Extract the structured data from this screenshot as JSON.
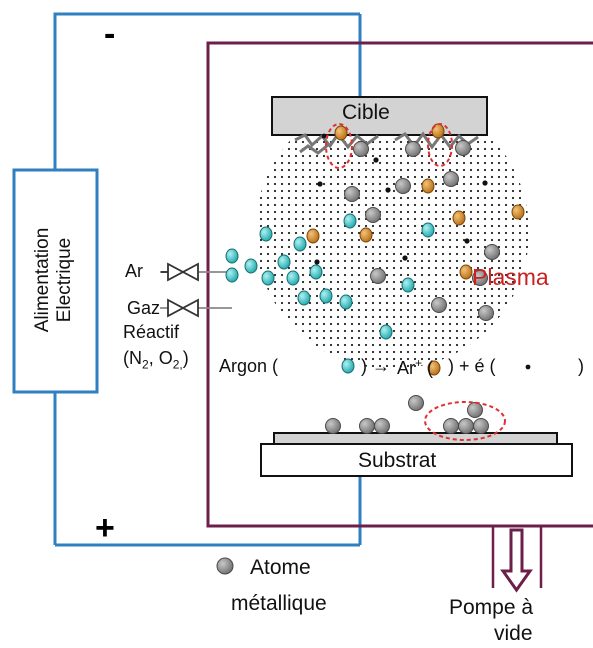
{
  "power_supply": {
    "line1": "Alimentation",
    "line2": "Electrique",
    "minus": "-",
    "plus": "+"
  },
  "chamber": {
    "target_label": "Cible",
    "substrate_label": "Substrat",
    "plasma_label": "Plasma"
  },
  "gases": {
    "ar_label": "Ar",
    "gaz_label": "Gaz",
    "reactif_label": "Réactif",
    "formula_open": "(N",
    "formula_n_sub": "2",
    "formula_mid": ", O",
    "formula_o_sub": "2,",
    "formula_close": ")"
  },
  "equation": {
    "argon": "Argon (",
    "arrow": ") →",
    "ar_plus": "Ar",
    "ar_plus_sup": "+",
    "plus_e": ") + é (",
    "close": ")"
  },
  "legend": {
    "line1": "Atome",
    "line2": "métallique"
  },
  "pump": {
    "line1": "Pompe à",
    "line2": "vide"
  },
  "colors": {
    "circuit": "#2f7fc1",
    "chamber": "#6b1f4a",
    "argon": "#2bb5b8",
    "ion": "#c87a1a",
    "metal": "#8a8a8a",
    "electron": "#111111",
    "plasma_text": "#cc1f1f",
    "highlight": "#e03030"
  }
}
